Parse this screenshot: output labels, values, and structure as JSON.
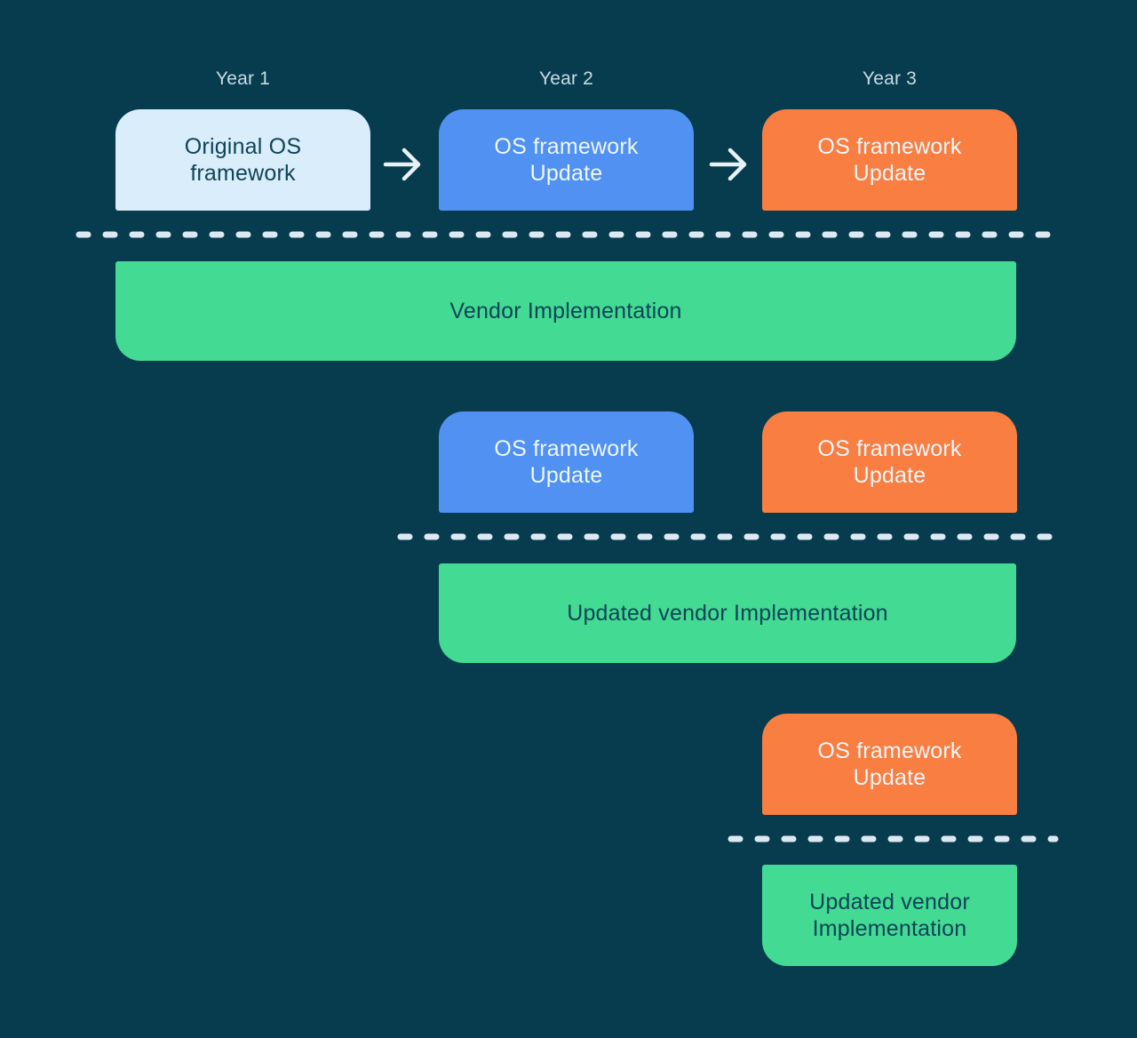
{
  "colors": {
    "background": "#063C4E",
    "box_light_blue": "#D9EDFB",
    "box_blue": "#5191F2",
    "box_orange": "#F87E41",
    "box_green": "#43DA93",
    "text_dark": "#0F4457",
    "text_light": "#EFF7FC",
    "year_label_text": "#C9DAE4",
    "dash_line": "#DDE9F2",
    "arrow": "#E8F1F7"
  },
  "year_labels": [
    "Year 1",
    "Year 2",
    "Year 3"
  ],
  "icons": {
    "flow_arrow": "arrow-right"
  },
  "sections": [
    {
      "framework_boxes": [
        {
          "label": "Original OS\nframework",
          "color_key": "box_light_blue"
        },
        {
          "label": "OS framework\nUpdate",
          "color_key": "box_blue"
        },
        {
          "label": "OS framework\nUpdate",
          "color_key": "box_orange"
        }
      ],
      "implementation_box": {
        "label": "Vendor Implementation",
        "color_key": "box_green"
      }
    },
    {
      "framework_boxes": [
        {
          "label": "OS framework\nUpdate",
          "color_key": "box_blue"
        },
        {
          "label": "OS framework\nUpdate",
          "color_key": "box_orange"
        }
      ],
      "implementation_box": {
        "label": "Updated vendor Implementation",
        "color_key": "box_green"
      }
    },
    {
      "framework_boxes": [
        {
          "label": "OS framework\nUpdate",
          "color_key": "box_orange"
        }
      ],
      "implementation_box": {
        "label": "Updated vendor\nImplementation",
        "color_key": "box_green"
      }
    }
  ]
}
